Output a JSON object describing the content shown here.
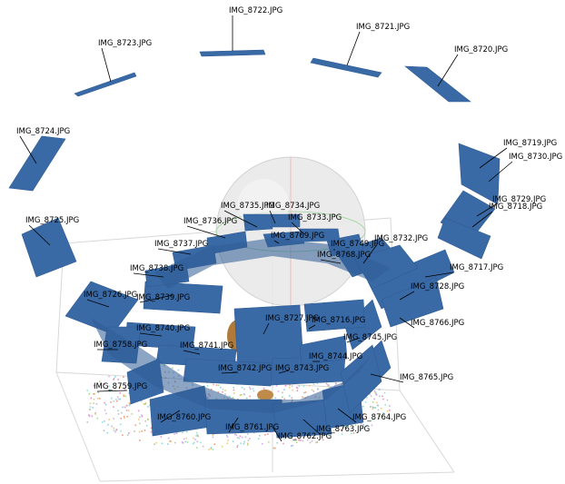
{
  "scene": {
    "background": "#ffffff",
    "camera_color": "#3a6aa6",
    "sphere_color": "#e6e6e6",
    "point_colors": [
      "#e87fb6",
      "#7fc9e8",
      "#9ad67c",
      "#f0c05a",
      "#c7a2e8",
      "#7fe0c9",
      "#f08a6a",
      "#b5b5b5"
    ]
  },
  "cameras": [
    {
      "id": "img-8722",
      "label": "IMG_8722.JPG"
    },
    {
      "id": "img-8721",
      "label": "IMG_8721.JPG"
    },
    {
      "id": "img-8723",
      "label": "IMG_8723.JPG"
    },
    {
      "id": "img-8720",
      "label": "IMG_8720.JPG"
    },
    {
      "id": "img-8724",
      "label": "IMG_8724.JPG"
    },
    {
      "id": "img-8719",
      "label": "IMG_8719.JPG"
    },
    {
      "id": "img-8730",
      "label": "IMG_8730.JPG"
    },
    {
      "id": "img-8729",
      "label": "IMG_8729.JPG"
    },
    {
      "id": "img-8718",
      "label": "IMG_8718.JPG"
    },
    {
      "id": "img-8725",
      "label": "IMG_8725.JPG"
    },
    {
      "id": "img-8735",
      "label": "IMG_8735.JPG"
    },
    {
      "id": "img-8734",
      "label": "IMG_8734.JPG"
    },
    {
      "id": "img-8736",
      "label": "IMG_8736.JPG"
    },
    {
      "id": "img-8733",
      "label": "IMG_8733.JPG"
    },
    {
      "id": "img-8769",
      "label": "IMG_8769.JPG"
    },
    {
      "id": "img-8737",
      "label": "IMG_8737.JPG"
    },
    {
      "id": "img-8732",
      "label": "IMG_8732.JPG"
    },
    {
      "id": "img-8749",
      "label": "IMG_8749.JPG"
    },
    {
      "id": "img-8768",
      "label": "IMG_8768.JPG"
    },
    {
      "id": "img-8717",
      "label": "IMG_8717.JPG"
    },
    {
      "id": "img-8738",
      "label": "IMG_8738.JPG"
    },
    {
      "id": "img-8728",
      "label": "IMG_8728.JPG"
    },
    {
      "id": "img-8726",
      "label": "IMG_8726.JPG"
    },
    {
      "id": "img-8739",
      "label": "IMG_8739.JPG"
    },
    {
      "id": "img-8727",
      "label": "IMG_8727.JPG"
    },
    {
      "id": "img-8716",
      "label": "IMG_8716.JPG"
    },
    {
      "id": "img-8766",
      "label": "IMG_8766.JPG"
    },
    {
      "id": "img-8740",
      "label": "IMG_8740.JPG"
    },
    {
      "id": "img-8745",
      "label": "IMG_8745.JPG"
    },
    {
      "id": "img-8758",
      "label": "IMG_8758.JPG"
    },
    {
      "id": "img-8741",
      "label": "IMG_8741.JPG"
    },
    {
      "id": "img-8744",
      "label": "IMG_8744.JPG"
    },
    {
      "id": "img-8742",
      "label": "IMG_8742.JPG"
    },
    {
      "id": "img-8743",
      "label": "IMG_8743.JPG"
    },
    {
      "id": "img-8765",
      "label": "IMG_8765.JPG"
    },
    {
      "id": "img-8759",
      "label": "IMG_8759.JPG"
    },
    {
      "id": "img-8760",
      "label": "IMG_8760.JPG"
    },
    {
      "id": "img-8764",
      "label": "IMG_8764.JPG"
    },
    {
      "id": "img-8761",
      "label": "IMG_8761.JPG"
    },
    {
      "id": "img-8763",
      "label": "IMG_8763.JPG"
    },
    {
      "id": "img-8762",
      "label": "IMG_8762.JPG"
    }
  ]
}
